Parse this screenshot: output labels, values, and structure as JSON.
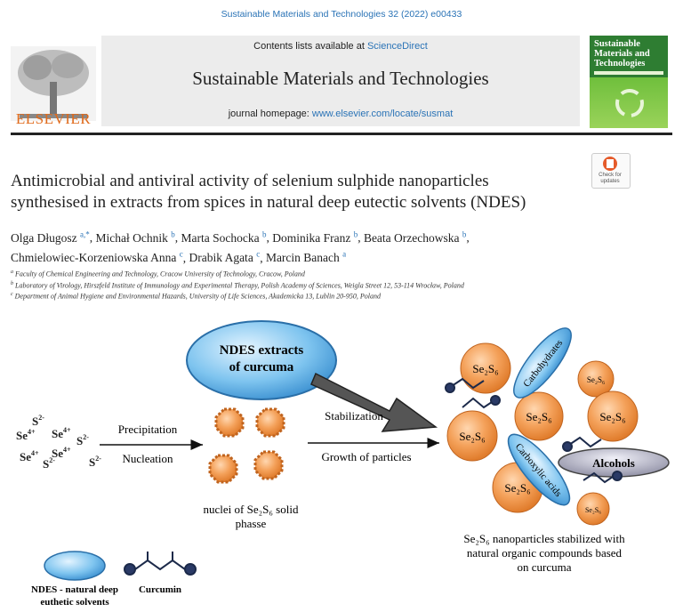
{
  "header": {
    "citation": "Sustainable Materials and Technologies 32 (2022) e00433",
    "publisher_logo_text": "ELSEVIER",
    "contents_prefix": "Contents lists available at ",
    "contents_link": "ScienceDirect",
    "journal_title": "Sustainable Materials and Technologies",
    "homepage_prefix": "journal homepage: ",
    "homepage_link": "www.elsevier.com/locate/susmat",
    "cover_title": "Sustainable Materials and Technologies",
    "check_updates": "Check for updates"
  },
  "article": {
    "title_line1": "Antimicrobial and antiviral activity of selenium sulphide nanoparticles",
    "title_line2": "synthesised in extracts from spices in natural deep eutectic solvents (NDES)",
    "authors": [
      {
        "name": "Olga Długosz",
        "sup": "a,*"
      },
      {
        "name": "Michał Ochnik",
        "sup": "b"
      },
      {
        "name": "Marta Sochocka",
        "sup": "b"
      },
      {
        "name": "Dominika Franz",
        "sup": "b"
      },
      {
        "name": "Beata Orzechowska",
        "sup": "b"
      },
      {
        "name": "Chmielowiec-Korzeniowska Anna",
        "sup": "c"
      },
      {
        "name": "Drabik Agata",
        "sup": "c"
      },
      {
        "name": "Marcin Banach",
        "sup": "a"
      }
    ],
    "affiliations": [
      {
        "sup": "a",
        "text": "Faculty of Chemical Engineering and Technology, Cracow University of Technology, Cracow, Poland"
      },
      {
        "sup": "b",
        "text": "Laboratory of Virology, Hirszfeld Institute of Immunology and Experimental Therapy, Polish Academy of Sciences, Weigla Street 12, 53-114 Wrocław, Poland"
      },
      {
        "sup": "c",
        "text": "Department of Animal Hygiene and Environmental Hazards, University of Life Sciences, Akademicka 13, Lublin 20-950, Poland"
      }
    ]
  },
  "graphic": {
    "ndes_extract_line1": "NDES extracts",
    "ndes_extract_line2": "of curcuma",
    "precipitation": "Precipitation",
    "nucleation": "Nucleation",
    "stabilization": "Stabilization",
    "growth": "Growth of particles",
    "nuclei_caption_line1": "nuclei of Se₂S₆ solid",
    "nuclei_caption_line2": "phasse",
    "np_label": "Se₂S₆",
    "carbohydrates": "Carbohydrates",
    "carboxylic": "Carboxylic acids",
    "alcohols": "Alcohols",
    "result_line1": "Se₂S₆ nanoparticles stabilized with",
    "result_line2": "natural organic compounds based",
    "result_line3": "on curcuma",
    "legend_ndes_line1": "NDES - natural deep",
    "legend_ndes_line2": "euthetic solvents",
    "legend_curcumin": "Curcumin",
    "ions": {
      "s2m": "S",
      "s2m_sup": "2-",
      "se4p": "Se",
      "se4p_sup": "4+"
    }
  }
}
